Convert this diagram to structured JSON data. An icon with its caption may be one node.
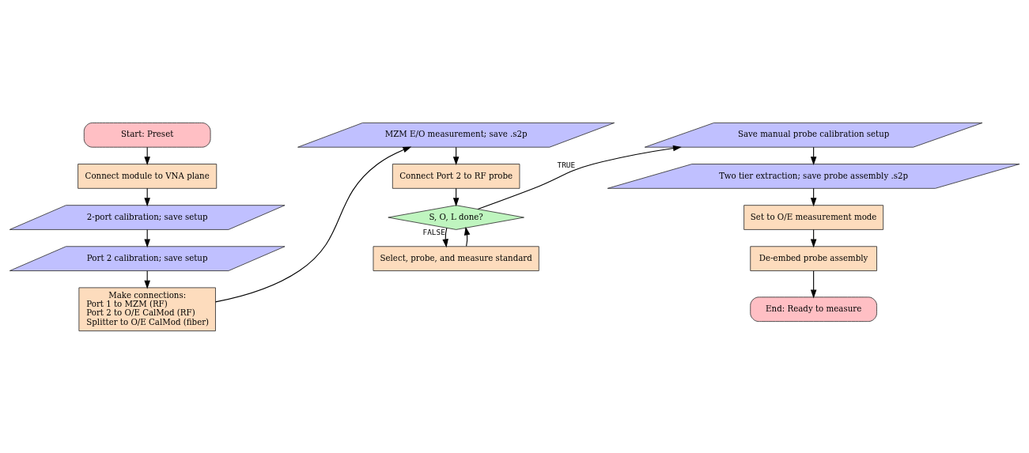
{
  "diagram": {
    "nodes": [
      {
        "text": [
          "Start: Preset"
        ]
      },
      {
        "text": [
          "Connect module to VNA plane"
        ]
      },
      {
        "text": [
          "2-port calibration; save setup"
        ]
      },
      {
        "text": [
          "Port 2 calibration; save setup"
        ]
      },
      {
        "text": [
          "Make connections:",
          "Port 1 to MZM (RF)",
          "Port 2 to O/E CalMod (RF)",
          "Splitter to O/E CalMod (fiber)"
        ]
      },
      {
        "text": [
          "MZM E/O measurement; save .s2p"
        ]
      },
      {
        "text": [
          "Connect Port 2 to RF probe"
        ]
      },
      {
        "text": [
          "S, O, L done?"
        ]
      },
      {
        "text": [
          "Select, probe, and measure standard"
        ]
      },
      {
        "text": [
          "Save manual probe calibration setup"
        ]
      },
      {
        "text": [
          "Two tier extraction; save probe assembly .s2p"
        ]
      },
      {
        "text": [
          "Set to O/E measurement mode"
        ]
      },
      {
        "text": [
          "De-embed probe assembly"
        ]
      },
      {
        "text": [
          "End: Ready to measure"
        ]
      }
    ],
    "edges": [
      {
        "from": 0,
        "to": 1,
        "arrow": "to"
      },
      {
        "from": 1,
        "to": 2,
        "arrow": "to"
      },
      {
        "from": 2,
        "to": 3,
        "arrow": "to"
      },
      {
        "from": 3,
        "to": 4,
        "arrow": "to"
      },
      {
        "from": 4,
        "to": 5,
        "arrow": "to"
      },
      {
        "from": 5,
        "to": 6,
        "arrow": "to"
      },
      {
        "from": 6,
        "to": 7,
        "arrow": "to"
      },
      {
        "from": 7,
        "to": 9,
        "arrow": "to",
        "label": "TRUE"
      },
      {
        "from": 7,
        "to": 8,
        "arrow": "to",
        "label": "FALSE"
      },
      {
        "from": 8,
        "to": 7,
        "arrow": "to"
      },
      {
        "from": 9,
        "to": 10,
        "arrow": "to"
      },
      {
        "from": 10,
        "to": 11,
        "arrow": "to"
      },
      {
        "from": 11,
        "to": 12,
        "arrow": "to"
      },
      {
        "from": 12,
        "to": 13,
        "arrow": "to"
      }
    ]
  }
}
